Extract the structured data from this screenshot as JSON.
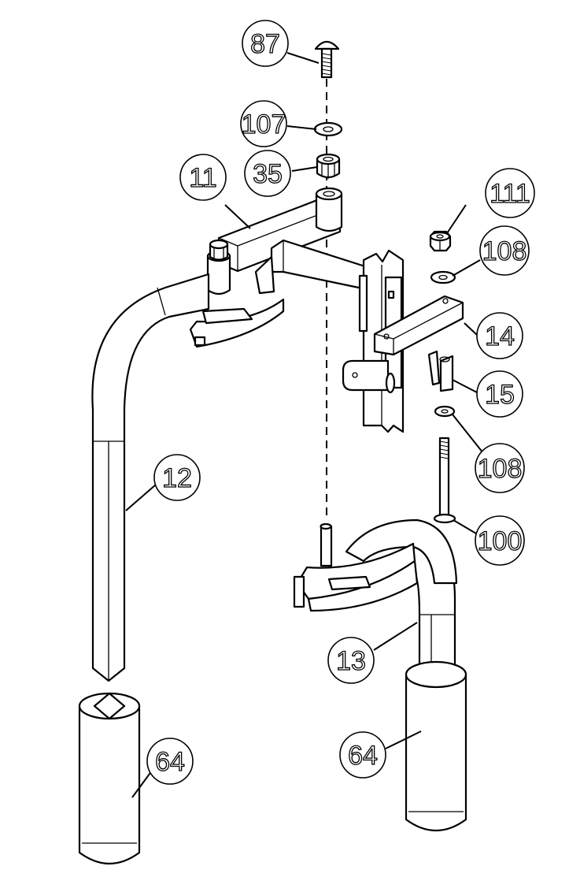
{
  "callouts": {
    "c87": "87",
    "c107": "107",
    "c35": "35",
    "c11": "11",
    "c111": "111",
    "c108a": "108",
    "c14": "14",
    "c15": "15",
    "c108b": "108",
    "c12": "12",
    "c100": "100",
    "c13": "13",
    "c64a": "64",
    "c64b": "64"
  }
}
